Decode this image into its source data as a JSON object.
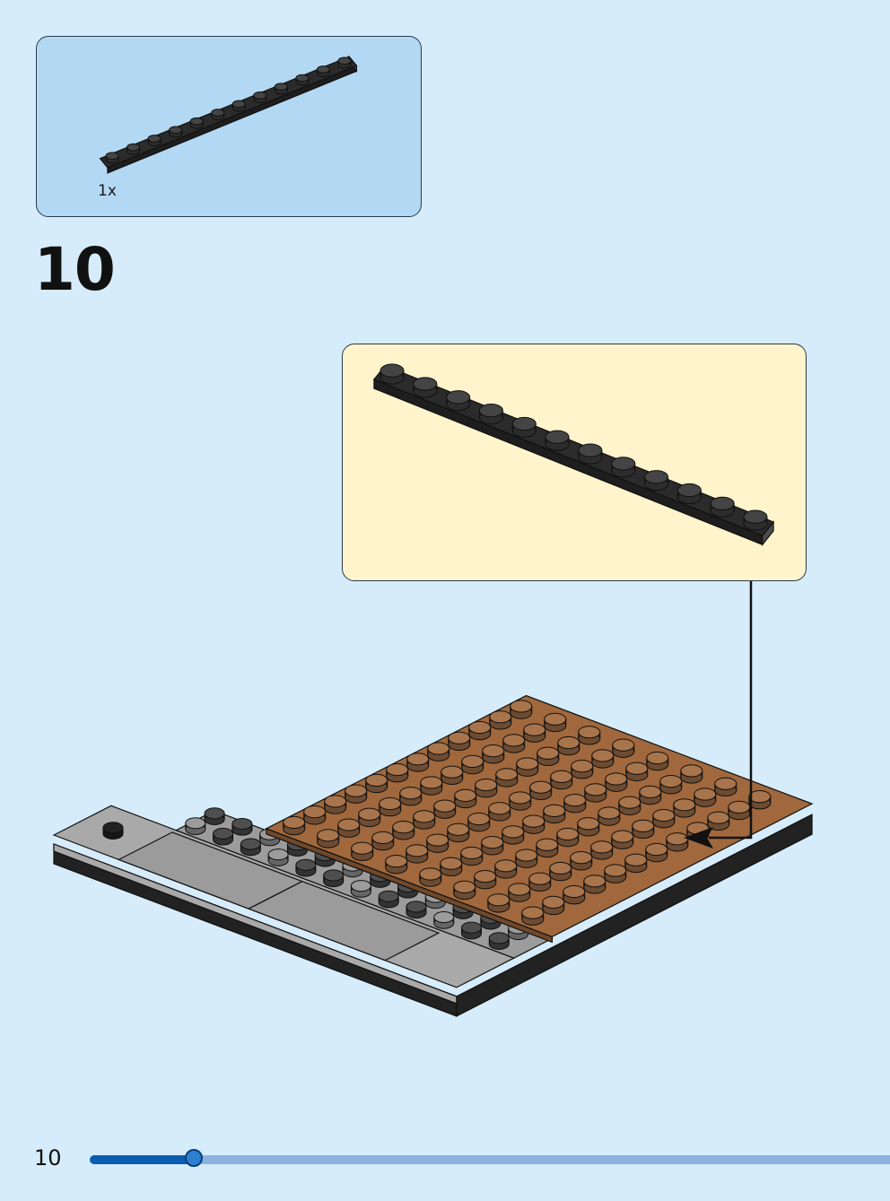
{
  "parts_list": {
    "quantity": "1x",
    "part": "plate-1x12",
    "part_color": "#2b2b2b"
  },
  "step": {
    "number": "10"
  },
  "callout": {
    "part": "plate-1x12",
    "part_color": "#2b2b2b"
  },
  "model": {
    "colors": {
      "brown": "#a0683c",
      "dark_gray": "#4e4e4e",
      "light_gray": "#9c9c9c",
      "tile_gray": "#a9a9a9",
      "black": "#222222"
    }
  },
  "footer": {
    "page_number": "10",
    "progress_fraction": 0.13
  }
}
